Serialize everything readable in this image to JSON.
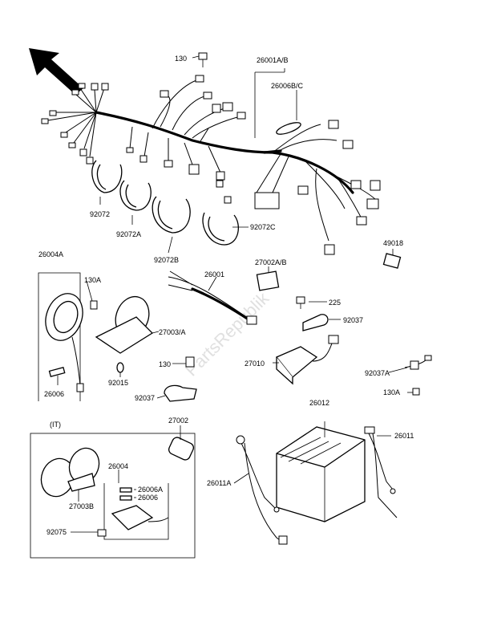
{
  "watermark": "PartsRepublik",
  "labels": {
    "p130_top": "130",
    "p26001AB": "26001A/B",
    "p26006BC": "26006B/C",
    "p92072": "92072",
    "p92072A": "92072A",
    "p92072B": "92072B",
    "p92072C": "92072C",
    "p49018": "49018",
    "p26004A": "26004A",
    "p130A_left": "130A",
    "p26001": "26001",
    "p27002AB": "27002A/B",
    "p225": "225",
    "p92037_right": "92037",
    "p27003A": "27003/A",
    "p130_mid": "130",
    "p27010": "27010",
    "p92037A": "92037A",
    "p130A_right": "130A",
    "p92015": "92015",
    "p26006_left": "26006",
    "p92037_mid": "92037",
    "p26012": "26012",
    "p26011": "26011",
    "p27002": "27002",
    "pIT": "(IT)",
    "p26004": "26004",
    "p26006A": "26006A",
    "p26006_it": "26006",
    "p27003B": "27003B",
    "p26011A": "26011A",
    "p92075": "92075"
  },
  "icons": {
    "front_arrow": "arrow-up-left-icon"
  }
}
